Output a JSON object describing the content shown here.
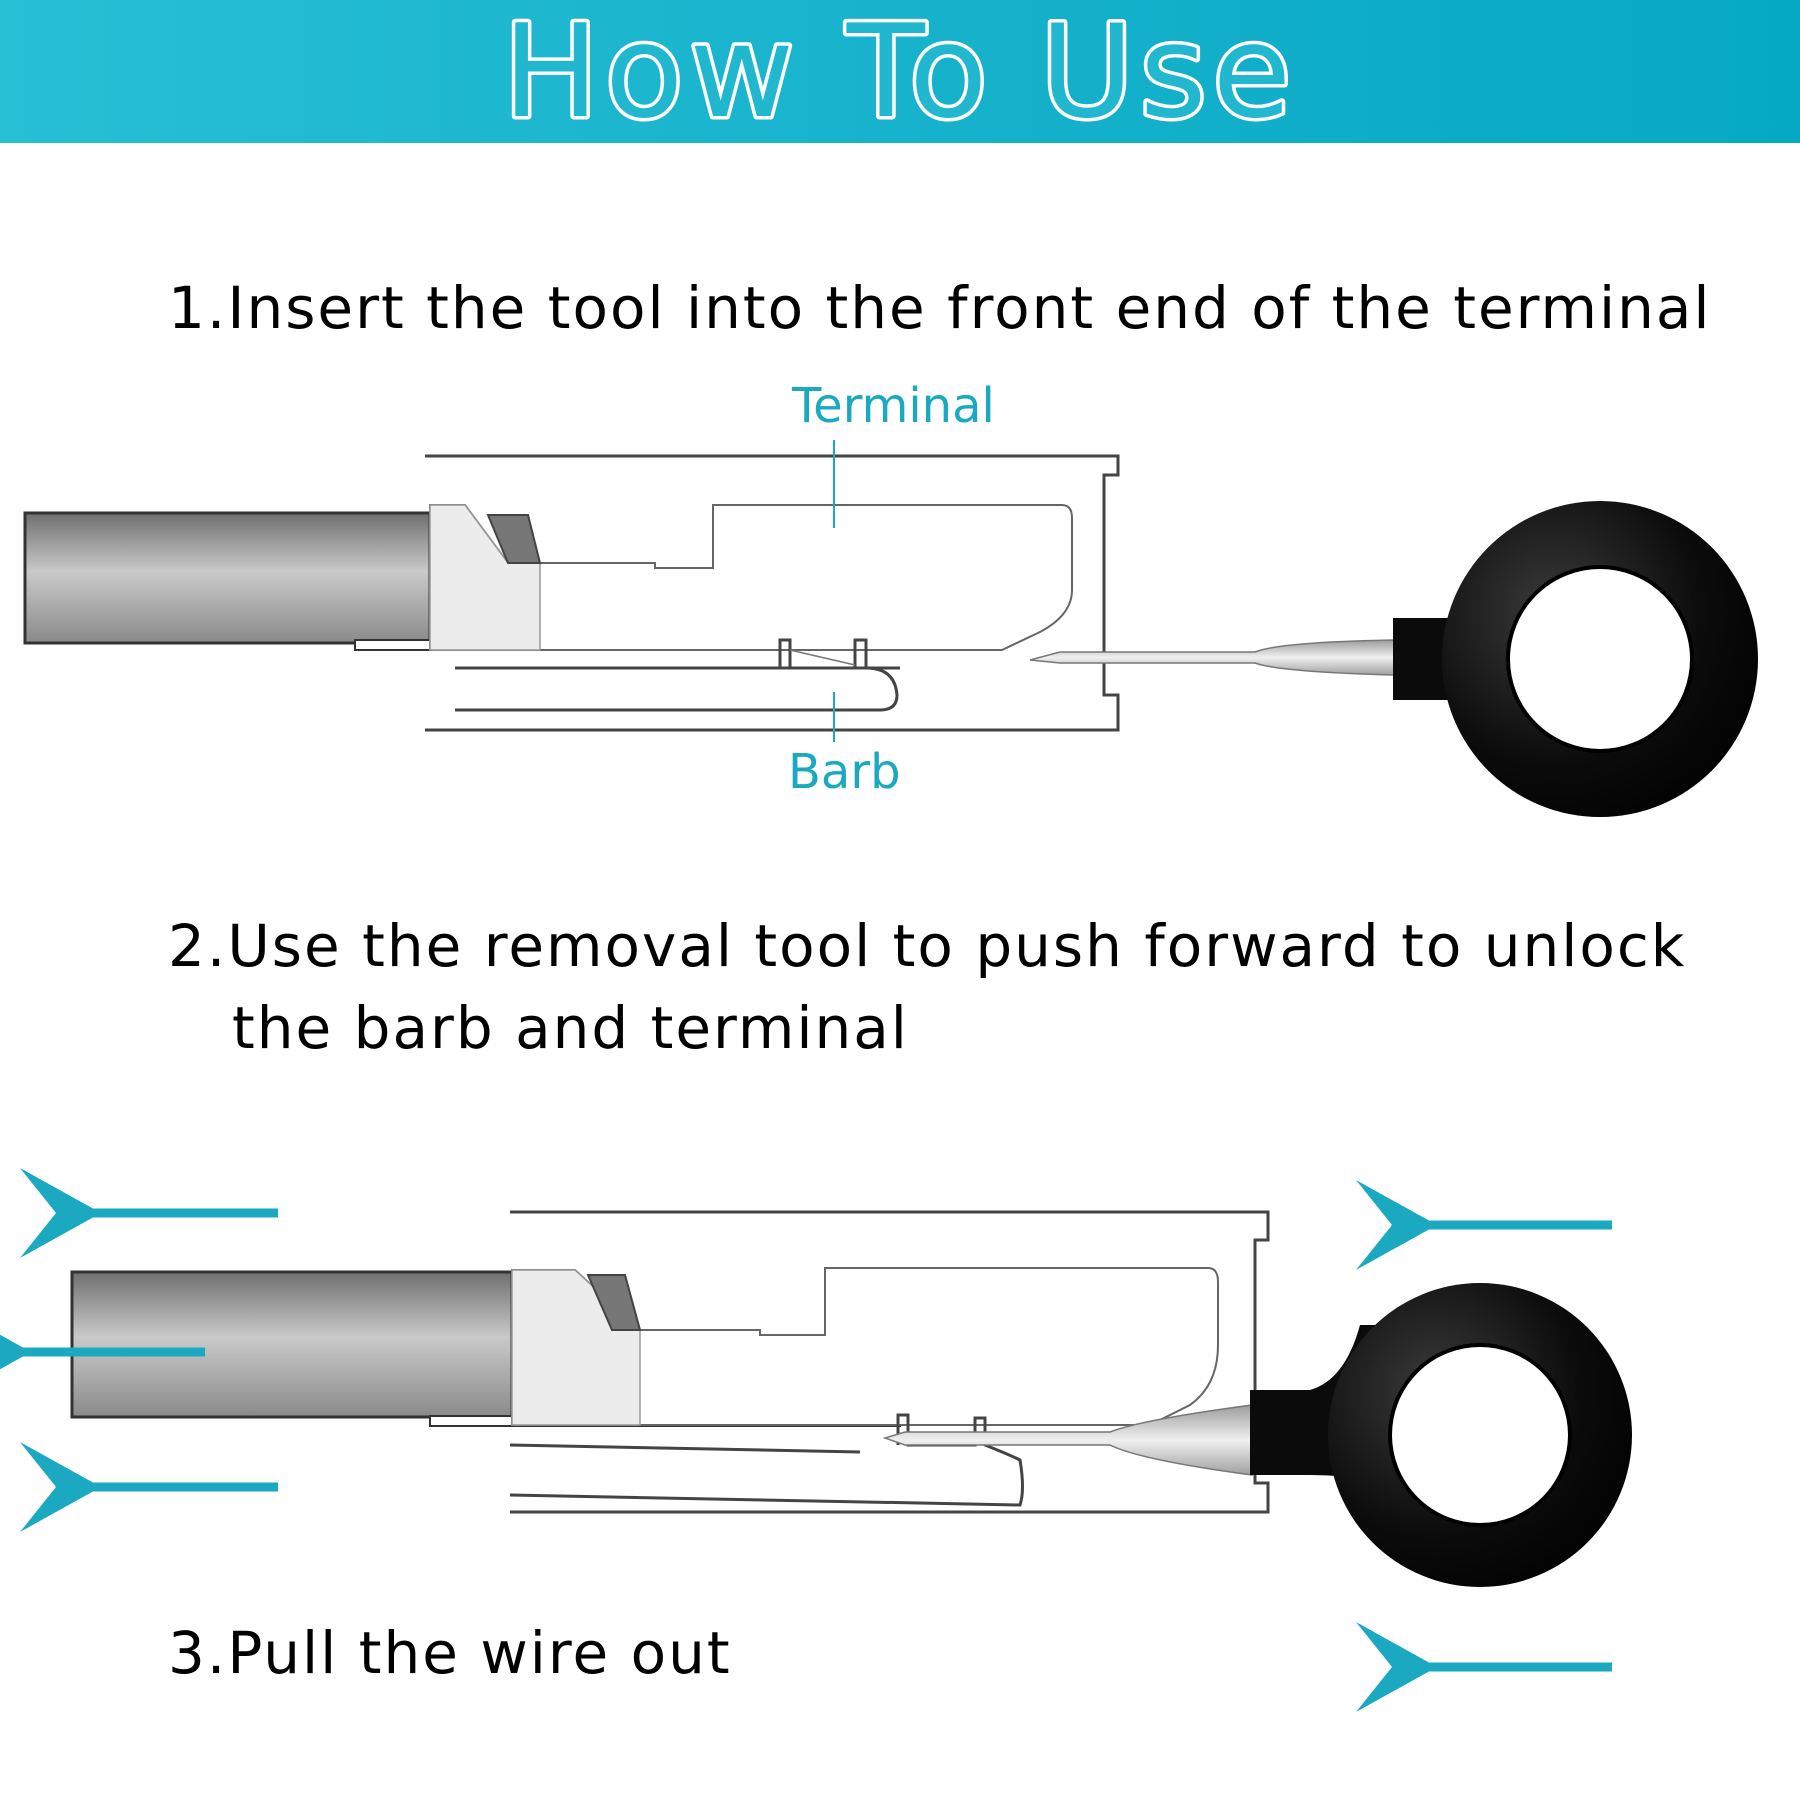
{
  "header": {
    "title": "How To Use"
  },
  "steps": [
    {
      "text": "1.Insert the tool into the front end of the terminal"
    },
    {
      "text": "2.Use the removal tool to push forward to unlock",
      "text_cont": "the barb and terminal"
    },
    {
      "text": "3.Pull the wire out"
    }
  ],
  "diagram1": {
    "terminal_label": "Terminal",
    "barb_label": "Barb"
  },
  "colors": {
    "accent": "#1ba9c1",
    "banner_left": "#27bfd4",
    "banner_right": "#06a9c3",
    "tool_black": "#0b0b0b"
  }
}
